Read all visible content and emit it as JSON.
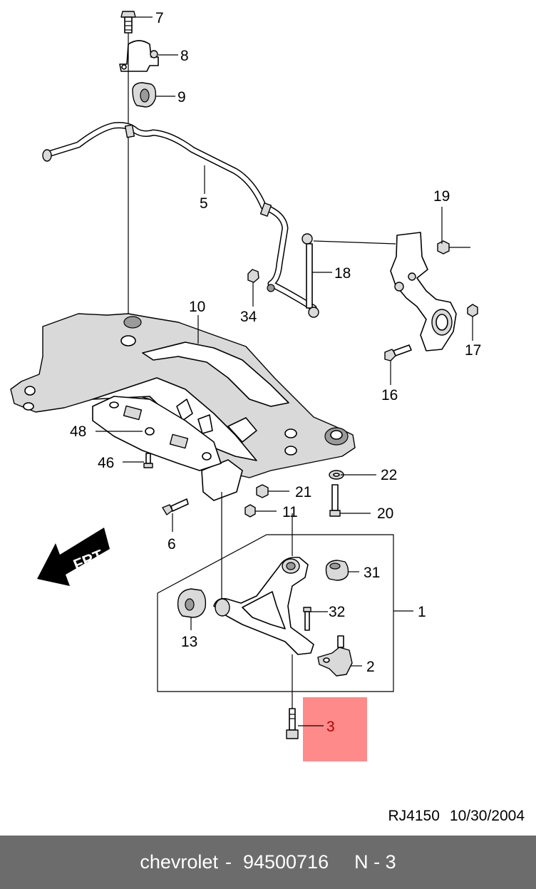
{
  "diagram": {
    "front_marker": "FRT",
    "highlight_color": "#ff8a8a",
    "callouts": {
      "c1": "1",
      "c2": "2",
      "c3": "3",
      "c5": "5",
      "c6": "6",
      "c7": "7",
      "c8": "8",
      "c9": "9",
      "c10": "10",
      "c11": "11",
      "c13": "13",
      "c16": "16",
      "c17": "17",
      "c18": "18",
      "c19": "19",
      "c20": "20",
      "c21": "21",
      "c22": "22",
      "c31": "31",
      "c32": "32",
      "c34": "34",
      "c46": "46",
      "c48": "48"
    },
    "highlighted_callout": "3"
  },
  "drawing_code": {
    "id": "RJ4150",
    "date": "10/30/2004"
  },
  "footer": {
    "brand": "chevrolet",
    "separator": "-",
    "part_number": "94500716",
    "position_label": "N - 3"
  },
  "colors": {
    "footer_background": "#6c6c6c",
    "footer_text": "#ffffff"
  }
}
